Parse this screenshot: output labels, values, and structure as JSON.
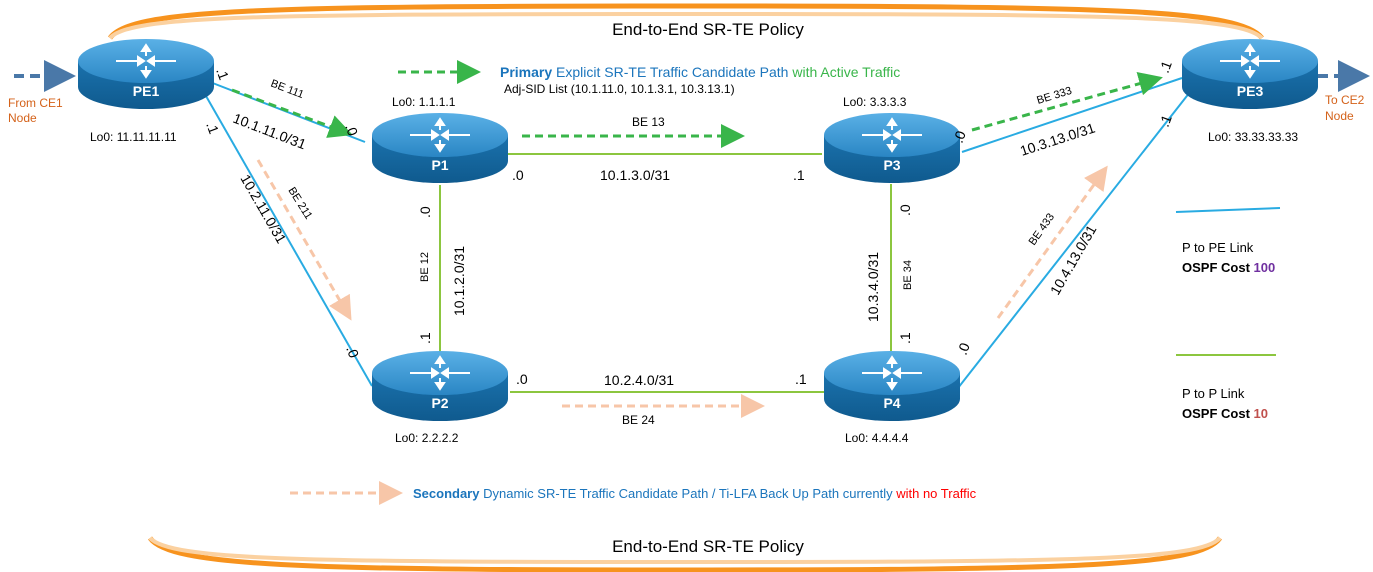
{
  "policy": {
    "top_label": "End-to-End SR-TE Policy",
    "bottom_label": "End-to-End SR-TE Policy"
  },
  "primary_legend": {
    "word": "Primary",
    "middle": "Explicit SR-TE Traffic Candidate Path",
    "tail": "with Active Traffic",
    "adj_prefix": "Adj-SID",
    "adj_rest": "List (10.1.11.0, 10.1.3.1, 10.3.13.1)"
  },
  "secondary_legend": {
    "word": "Secondary",
    "middle": "Dynamic SR-TE Traffic Candidate Path /",
    "tilfa": "Ti-LFA",
    "middle2": "Back Up Path currently",
    "tail": "with no Traffic"
  },
  "edges": {
    "from_ce1_line1": "From CE1",
    "from_ce1_line2": "Node",
    "to_ce2_line1": "To CE2",
    "to_ce2_line2": "Node"
  },
  "routers": {
    "pe1": {
      "name": "PE1",
      "lo0": "Lo0: 11.11.11.11"
    },
    "p1": {
      "name": "P1",
      "lo0": "Lo0: 1.1.1.1"
    },
    "p2": {
      "name": "P2",
      "lo0": "Lo0: 2.2.2.2"
    },
    "p3": {
      "name": "P3",
      "lo0": "Lo0: 3.3.3.3"
    },
    "p4": {
      "name": "P4",
      "lo0": "Lo0: 4.4.4.4"
    },
    "pe3": {
      "name": "PE3",
      "lo0": "Lo0: 33.33.33.33"
    }
  },
  "links": {
    "pe1_p1": {
      "subnet": "10.1.11.0/31",
      "bundle": "BE 111",
      "end_a": ".1",
      "end_b": ".0"
    },
    "pe1_p2": {
      "subnet": "10.2.11.0/31",
      "bundle": "BE 211",
      "end_a": ".1",
      "end_b": ".0"
    },
    "p1_p3": {
      "subnet": "10.1.3.0/31",
      "bundle": "BE 13",
      "end_a": ".0",
      "end_b": ".1"
    },
    "p1_p2": {
      "subnet": "10.1.2.0/31",
      "bundle": "BE 12",
      "end_a": ".0",
      "end_b": ".1"
    },
    "p2_p4": {
      "subnet": "10.2.4.0/31",
      "bundle": "BE 24",
      "end_a": ".0",
      "end_b": ".1"
    },
    "p3_p4": {
      "subnet": "10.3.4.0/31",
      "bundle": "BE 34",
      "end_a": ".0",
      "end_b": ".1"
    },
    "p3_pe3": {
      "subnet": "10.3.13.0/31",
      "bundle": "BE 333",
      "end_a": ".0",
      "end_b": ".1"
    },
    "p4_pe3": {
      "subnet": "10.4.13.0/31",
      "bundle": "BE 433",
      "end_a": ".0",
      "end_b": ".1"
    }
  },
  "link_legend": {
    "pe_link_label": "P to PE Link",
    "pe_cost_label": "OSPF Cost",
    "pe_cost_value": "100",
    "p_link_label": "P to P Link",
    "p_cost_label": "OSPF Cost",
    "p_cost_value": "10"
  },
  "colors": {
    "pe_link": "#29abe2",
    "p_link": "#8cc63f",
    "primary_arrow": "#39b54a",
    "secondary_arrow": "#f7c6a8",
    "primary_word": "#1b75bc",
    "active_traffic": "#39b54a",
    "no_traffic": "#ff0000",
    "edge_text": "#d4621a",
    "cost_100": "#7030a0",
    "cost_10": "#c0504d",
    "policy_band": "#f7931e",
    "router_fill": "#1f82c0"
  }
}
